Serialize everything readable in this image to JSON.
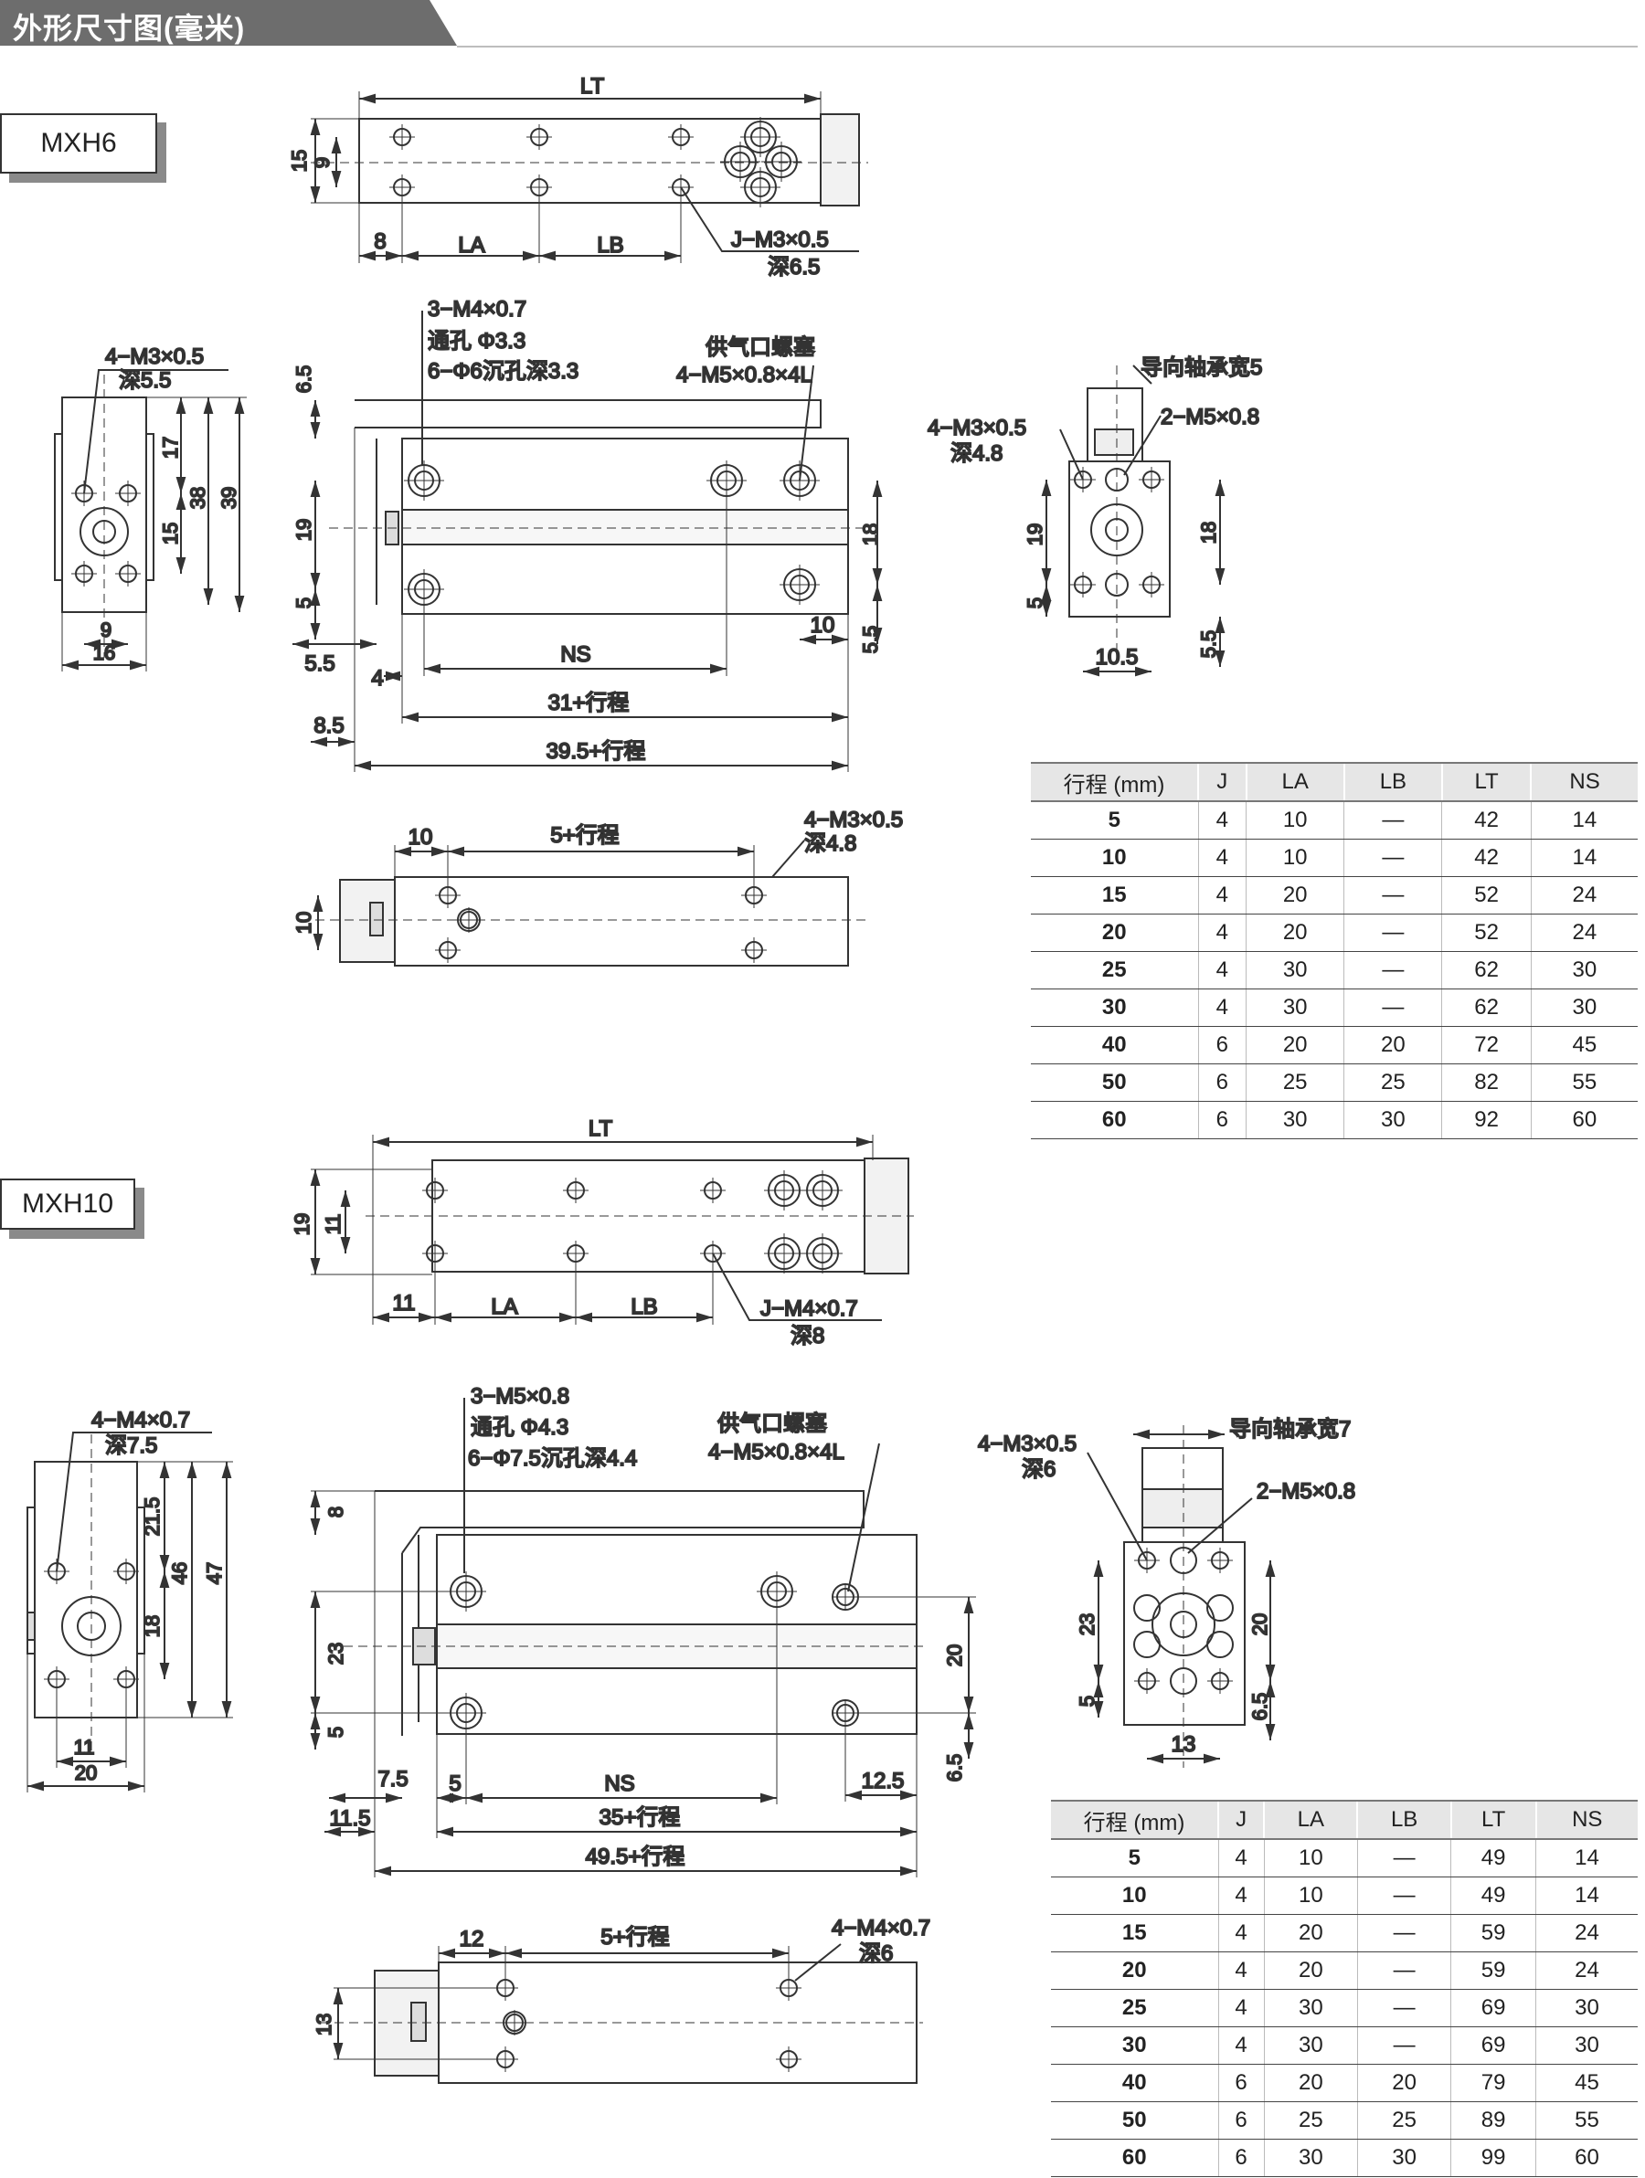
{
  "header": {
    "title": "外形尺寸图(毫米)"
  },
  "mxh6": {
    "model": "MXH6",
    "top": {
      "LT": "LT",
      "d15": "15",
      "d9": "9",
      "d8": "8",
      "LA": "LA",
      "LB": "LB",
      "hole": "J−M3×0.5",
      "depth": "深6.5"
    },
    "end": {
      "hole": "4−M3×0.5",
      "depth": "深5.5",
      "d17": "17",
      "d38": "38",
      "d39": "39",
      "d15": "15",
      "d9": "9",
      "d16": "16"
    },
    "side": {
      "n1": "3−M4×0.7",
      "n2": "通孔 Φ3.3",
      "n3": "6−Φ6沉孔深3.3",
      "plug1": "供气口螺塞",
      "plug2": "4−M5×0.8×4L",
      "d65": "6.5",
      "d19": "19",
      "d5": "5",
      "d18": "18",
      "d10": "10",
      "d55r": "5.5",
      "d55l": "5.5",
      "d4": "4",
      "NS": "NS",
      "s31": "31+行程",
      "d85": "8.5",
      "s395": "39.5+行程"
    },
    "front": {
      "guide": "导向轴承宽5",
      "hole": "4−M3×0.5",
      "depth": "深4.8",
      "port": "2−M5×0.8",
      "d19": "19",
      "d5": "5",
      "d18": "18",
      "d105": "10.5",
      "d55": "5.5"
    },
    "bottom": {
      "d10": "10",
      "s5": "5+行程",
      "hole": "4−M3×0.5",
      "depth": "深4.8",
      "h10": "10"
    }
  },
  "mxh10": {
    "model": "MXH10",
    "top": {
      "LT": "LT",
      "d19": "19",
      "d11": "11",
      "d11b": "11",
      "LA": "LA",
      "LB": "LB",
      "hole": "J−M4×0.7",
      "depth": "深8"
    },
    "end": {
      "hole": "4−M4×0.7",
      "depth": "深7.5",
      "d215": "21.5",
      "d46": "46",
      "d47": "47",
      "d18": "18",
      "d11": "11",
      "d20": "20"
    },
    "side": {
      "n1": "3−M5×0.8",
      "n2": "通孔 Φ4.3",
      "n3": "6−Φ7.5沉孔深4.4",
      "plug1": "供气口螺塞",
      "plug2": "4−M5×0.8×4L",
      "d8": "8",
      "d23": "23",
      "d5": "5",
      "d20": "20",
      "d75": "7.5",
      "d5b": "5",
      "NS": "NS",
      "d125": "12.5",
      "d65": "6.5",
      "d115": "11.5",
      "s35": "35+行程",
      "s495": "49.5+行程"
    },
    "front": {
      "guide": "导向轴承宽7",
      "hole": "4−M3×0.5",
      "depth": "深6",
      "port": "2−M5×0.8",
      "d23": "23",
      "d5": "5",
      "d20": "20",
      "d65": "6.5",
      "d13": "13"
    },
    "bottom": {
      "d12": "12",
      "s5": "5+行程",
      "hole": "4−M4×0.7",
      "depth": "深6",
      "h13": "13"
    }
  },
  "table_headers": [
    "行程 (mm)",
    "J",
    "LA",
    "LB",
    "LT",
    "NS"
  ],
  "table_mxh6": [
    [
      "5",
      "4",
      "10",
      "—",
      "42",
      "14"
    ],
    [
      "10",
      "4",
      "10",
      "—",
      "42",
      "14"
    ],
    [
      "15",
      "4",
      "20",
      "—",
      "52",
      "24"
    ],
    [
      "20",
      "4",
      "20",
      "—",
      "52",
      "24"
    ],
    [
      "25",
      "4",
      "30",
      "—",
      "62",
      "30"
    ],
    [
      "30",
      "4",
      "30",
      "—",
      "62",
      "30"
    ],
    [
      "40",
      "6",
      "20",
      "20",
      "72",
      "45"
    ],
    [
      "50",
      "6",
      "25",
      "25",
      "82",
      "55"
    ],
    [
      "60",
      "6",
      "30",
      "30",
      "92",
      "60"
    ]
  ],
  "table_mxh10": [
    [
      "5",
      "4",
      "10",
      "—",
      "49",
      "14"
    ],
    [
      "10",
      "4",
      "10",
      "—",
      "49",
      "14"
    ],
    [
      "15",
      "4",
      "20",
      "—",
      "59",
      "24"
    ],
    [
      "20",
      "4",
      "20",
      "—",
      "59",
      "24"
    ],
    [
      "25",
      "4",
      "30",
      "—",
      "69",
      "30"
    ],
    [
      "30",
      "4",
      "30",
      "—",
      "69",
      "30"
    ],
    [
      "40",
      "6",
      "20",
      "20",
      "79",
      "45"
    ],
    [
      "50",
      "6",
      "25",
      "25",
      "89",
      "55"
    ],
    [
      "60",
      "6",
      "30",
      "30",
      "99",
      "60"
    ]
  ]
}
